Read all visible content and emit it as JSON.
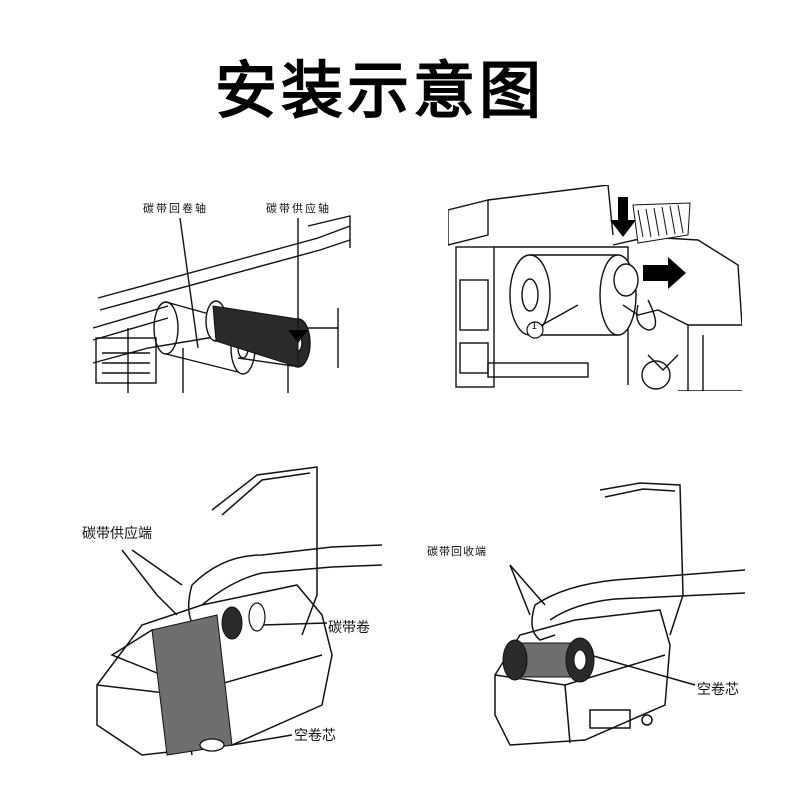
{
  "title": "安装示意图",
  "panel1": {
    "label_rewind": "碳带回卷轴",
    "label_supply": "碳带供应轴"
  },
  "panel2": {
    "marker": "1"
  },
  "panel3": {
    "label_supply_end": "碳带供应端",
    "label_roll": "碳带卷",
    "label_core": "空卷芯"
  },
  "panel4": {
    "label_rewind_end": "碳带回收端",
    "label_core": "空卷芯"
  },
  "colors": {
    "line": "#111111",
    "ribbon": "#6f6f6f",
    "roll_dark": "#2a2a2a",
    "arrow": "#000000"
  }
}
